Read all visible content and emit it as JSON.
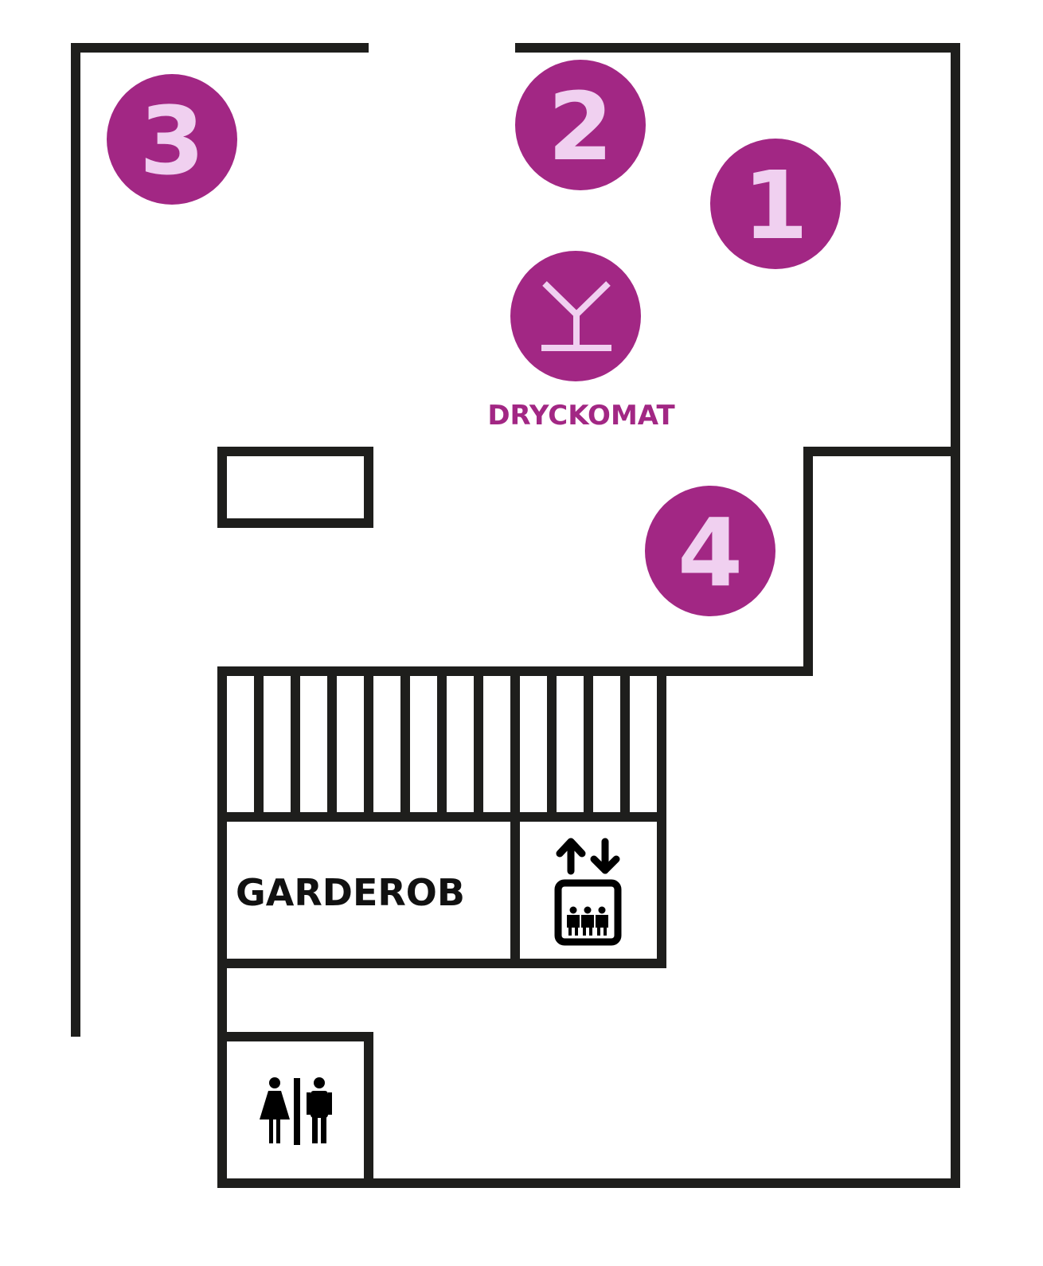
{
  "colors": {
    "wall": "#1e1e1c",
    "marker": "#a22784",
    "marker_text": "#f0d0f0",
    "label_text": "#a22784"
  },
  "markers": [
    {
      "number": "1"
    },
    {
      "number": "2"
    },
    {
      "number": "3"
    },
    {
      "number": "4"
    }
  ],
  "drink_machine": {
    "icon": "cocktail-glass-icon",
    "label": "DRYCKOMAT"
  },
  "wardrobe": {
    "label": "GARDEROB"
  },
  "elevator": {
    "icon": "elevator-icon"
  },
  "restroom": {
    "icon": "restroom-icon"
  }
}
